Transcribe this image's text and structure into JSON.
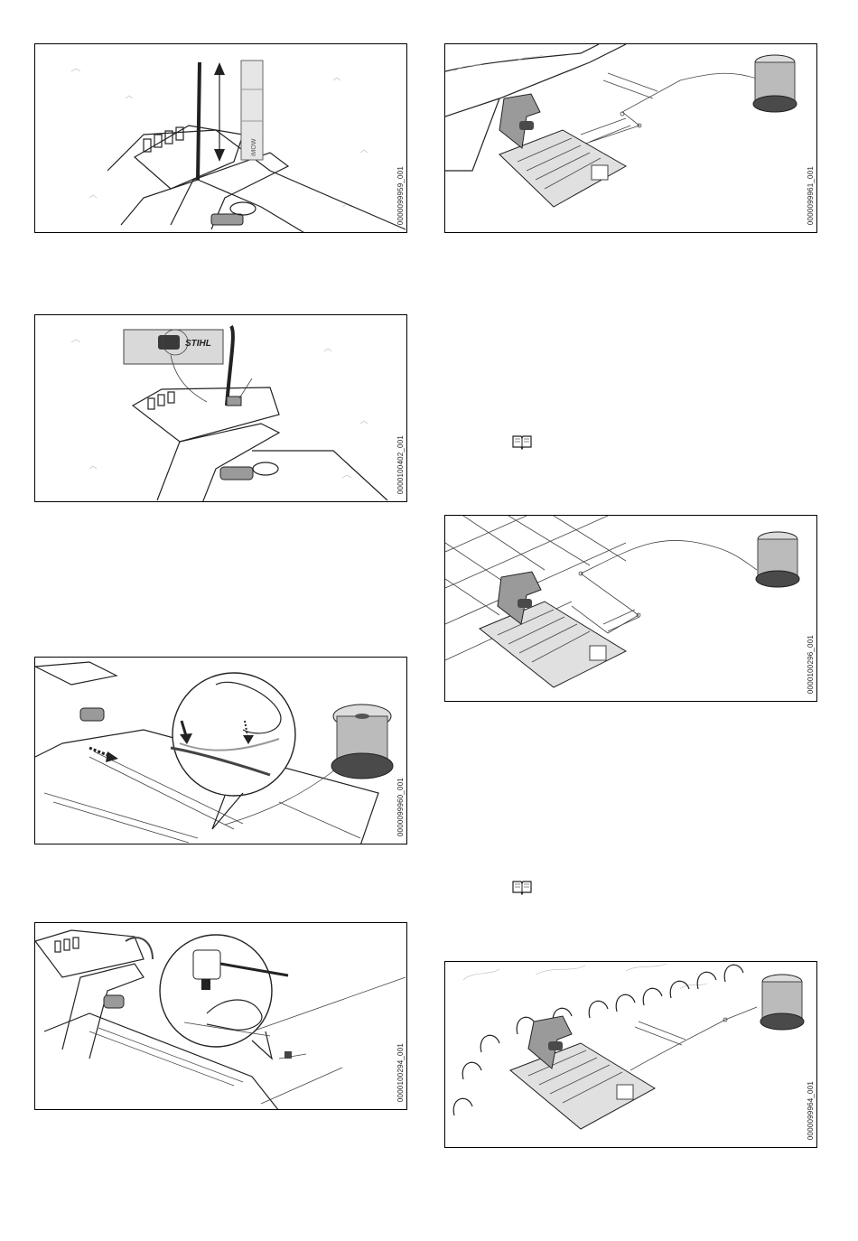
{
  "figures": {
    "fig1": {
      "code": "0000099959_001",
      "labels": {
        "brand_small": "iMOW"
      }
    },
    "fig2": {
      "code": "0000100402_001",
      "labels": {
        "brand": "STIHL"
      }
    },
    "fig3": {
      "code": "0000099960_001"
    },
    "fig4": {
      "code": "0000100294_001"
    },
    "fig5": {
      "code": "0000099961_001"
    },
    "fig6": {
      "code": "0000100296_001"
    },
    "fig7": {
      "code": "0000099964_001"
    }
  },
  "icons": {
    "book1": "book-icon",
    "book2": "book-icon"
  },
  "colors": {
    "line": "#222222",
    "fill_gray": "#9a9a9a",
    "dark": "#4a4a4a",
    "label_bg": "#d9d9d9"
  }
}
